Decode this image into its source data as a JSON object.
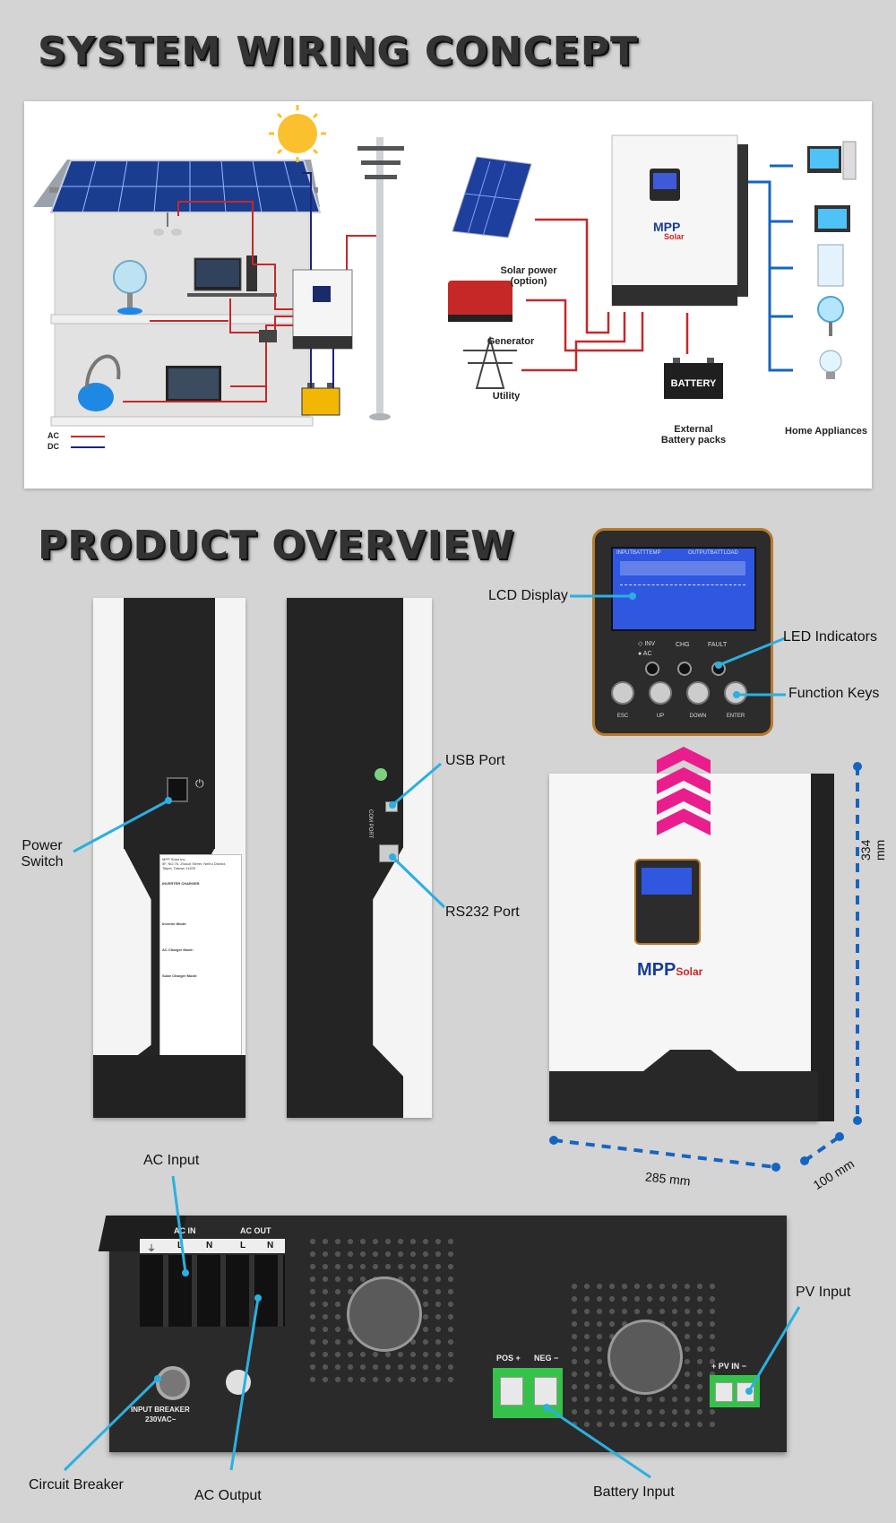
{
  "sections": {
    "wiring_title": "SYSTEM WIRING CONCEPT",
    "overview_title": "PRODUCT OVERVIEW"
  },
  "wiring": {
    "solar_power": "Solar power",
    "solar_option": "(option)",
    "generator": "Generator",
    "utility": "Utility",
    "battery": "BATTERY",
    "external": "External",
    "battery_packs": "Battery packs",
    "home_appliances": "Home Appliances",
    "legend_ac": "AC",
    "legend_dc": "DC",
    "brand_mpp": "MPP",
    "brand_solar": "Solar"
  },
  "overview": {
    "lcd_display": "LCD Display",
    "led_indicators": "LED Indicators",
    "function_keys": "Function Keys",
    "power_switch_1": "Power",
    "power_switch_2": "Switch",
    "usb_port": "USB Port",
    "rs232_port": "RS232 Port",
    "com_port": "COM PORT",
    "dim_height": "334 mm",
    "dim_width": "285 mm",
    "dim_depth": "100 mm",
    "lcd": {
      "top_left": "INPUTBATTTEMP",
      "top_right": "OUTPUTBATTLOAD",
      "inv": "INV",
      "ac": "AC",
      "chg": "CHG",
      "fault": "FAULT",
      "esc": "ESC",
      "up": "UP",
      "down": "DOWN",
      "enter": "ENTER"
    },
    "label_sheet": {
      "maker": "MPP Solar Inc.",
      "address1": "5F, NO.76, Zhouzi Street, Neihu District,",
      "address2": "Taipei, Taiwan 11493",
      "title": "INVERTER CHARGER",
      "inverter_mode": "Inverter Mode:",
      "ac_charger_mode": "AC Charger Mode:",
      "solar_charger_mode": "Solar Charger Mode:"
    }
  },
  "bottom": {
    "ac_input": "AC Input",
    "ac_in": "AC IN",
    "ac_out": "AC OUT",
    "l": "L",
    "n": "N",
    "input_breaker": "INPUT BREAKER",
    "breaker_rating": "230VAC~",
    "pos": "POS +",
    "neg": "NEG −",
    "pv_in": "+ PV IN −",
    "pv_input": "PV Input",
    "circuit_breaker": "Circuit Breaker",
    "ac_output": "AC Output",
    "battery_input": "Battery Input"
  },
  "colors": {
    "background": "#d4d4d4",
    "callout": "#2ab0e0",
    "ac_line": "#c62828",
    "dc_line": "#1a237e",
    "appliance_line": "#1565c0",
    "arrow_pink": "#e91e8c",
    "terminal_green": "#35c24a"
  }
}
